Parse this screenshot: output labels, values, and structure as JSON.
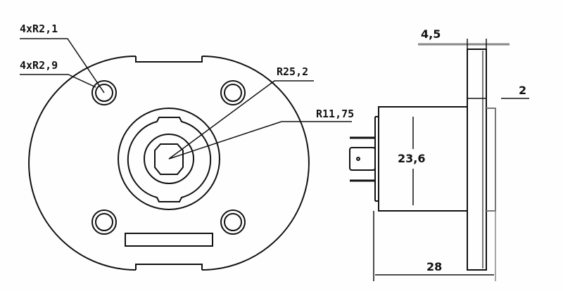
{
  "drawing": {
    "front_view": {
      "labels": {
        "hole_inner_radius": "4xR2,1",
        "hole_outer_radius": "4xR2,9",
        "outer_radius": "R25,2",
        "inner_radius": "R11,75"
      }
    },
    "side_view": {
      "labels": {
        "flange_thickness": "4,5",
        "step_width": "2",
        "body_diameter": "23,6",
        "total_length": "28"
      }
    }
  }
}
